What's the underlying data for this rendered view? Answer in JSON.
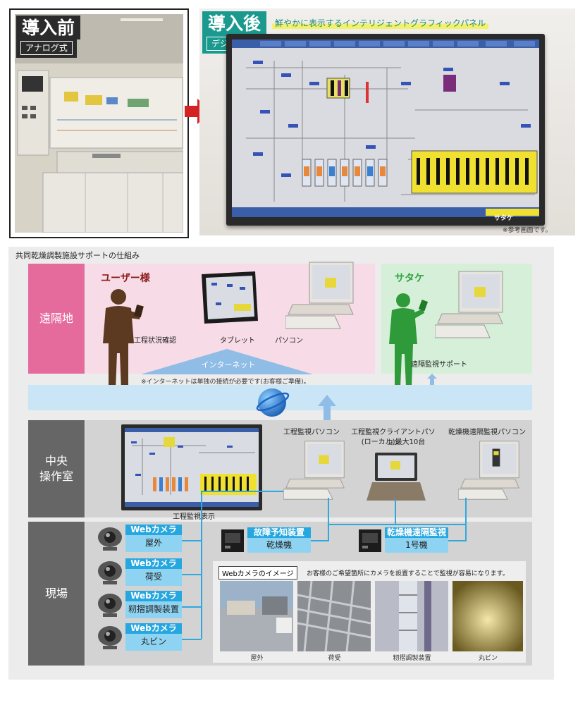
{
  "before": {
    "title": "導入前",
    "subtitle": "アナログ式"
  },
  "after": {
    "title": "導入後",
    "subtitle": "デジタル式",
    "tagline": "鮮やかに表示するインテリジェントグラフィックパネル",
    "note": "※参考画面です。",
    "brand": "サタケ"
  },
  "diagram": {
    "heading": "共同乾燥調製施設サポートの仕組み",
    "zones": {
      "remote": "遠隔地",
      "central": "中央\n操作室",
      "site": "現場"
    },
    "user": {
      "name": "ユーザー様",
      "check": "工程状況確認",
      "tablet": "タブレット",
      "pc": "パソコン"
    },
    "satake": {
      "name": "サタケ",
      "support": "遠隔監視サポート"
    },
    "internet": {
      "label": "インターネット",
      "note": "※インターネットは単独の接続が必要です(お客様ご準備)。"
    },
    "central": {
      "display": "工程監視表示",
      "pc1": "工程監視パソコン",
      "pc2_line1": "工程監視クライアントパソコン",
      "pc2_line2": "(ローカル)最大10台",
      "pc3": "乾燥機遠隔監視パソコン"
    },
    "cameras": [
      {
        "title": "Webカメラ",
        "place": "屋外"
      },
      {
        "title": "Webカメラ",
        "place": "荷受"
      },
      {
        "title": "Webカメラ",
        "place": "籾摺調製装置"
      },
      {
        "title": "Webカメラ",
        "place": "丸ビン"
      }
    ],
    "devices": [
      {
        "title": "故障予知装置",
        "sub": "乾燥機"
      },
      {
        "title": "乾燥機遠隔監視",
        "sub": "1号機"
      }
    ],
    "webcam_image": {
      "label": "Webカメラのイメージ",
      "desc": "お客様のご希望箇所にカメラを設置することで監視が容易になります。",
      "captions": [
        "屋外",
        "荷受",
        "籾摺調製装置",
        "丸ビン"
      ]
    }
  },
  "colors": {
    "teal": "#1a9a8e",
    "camera_blue": "#27a7e0",
    "remote_pink": "#f6d9e6",
    "satake_green": "#d7efdb",
    "zone_gray": "#666666"
  }
}
